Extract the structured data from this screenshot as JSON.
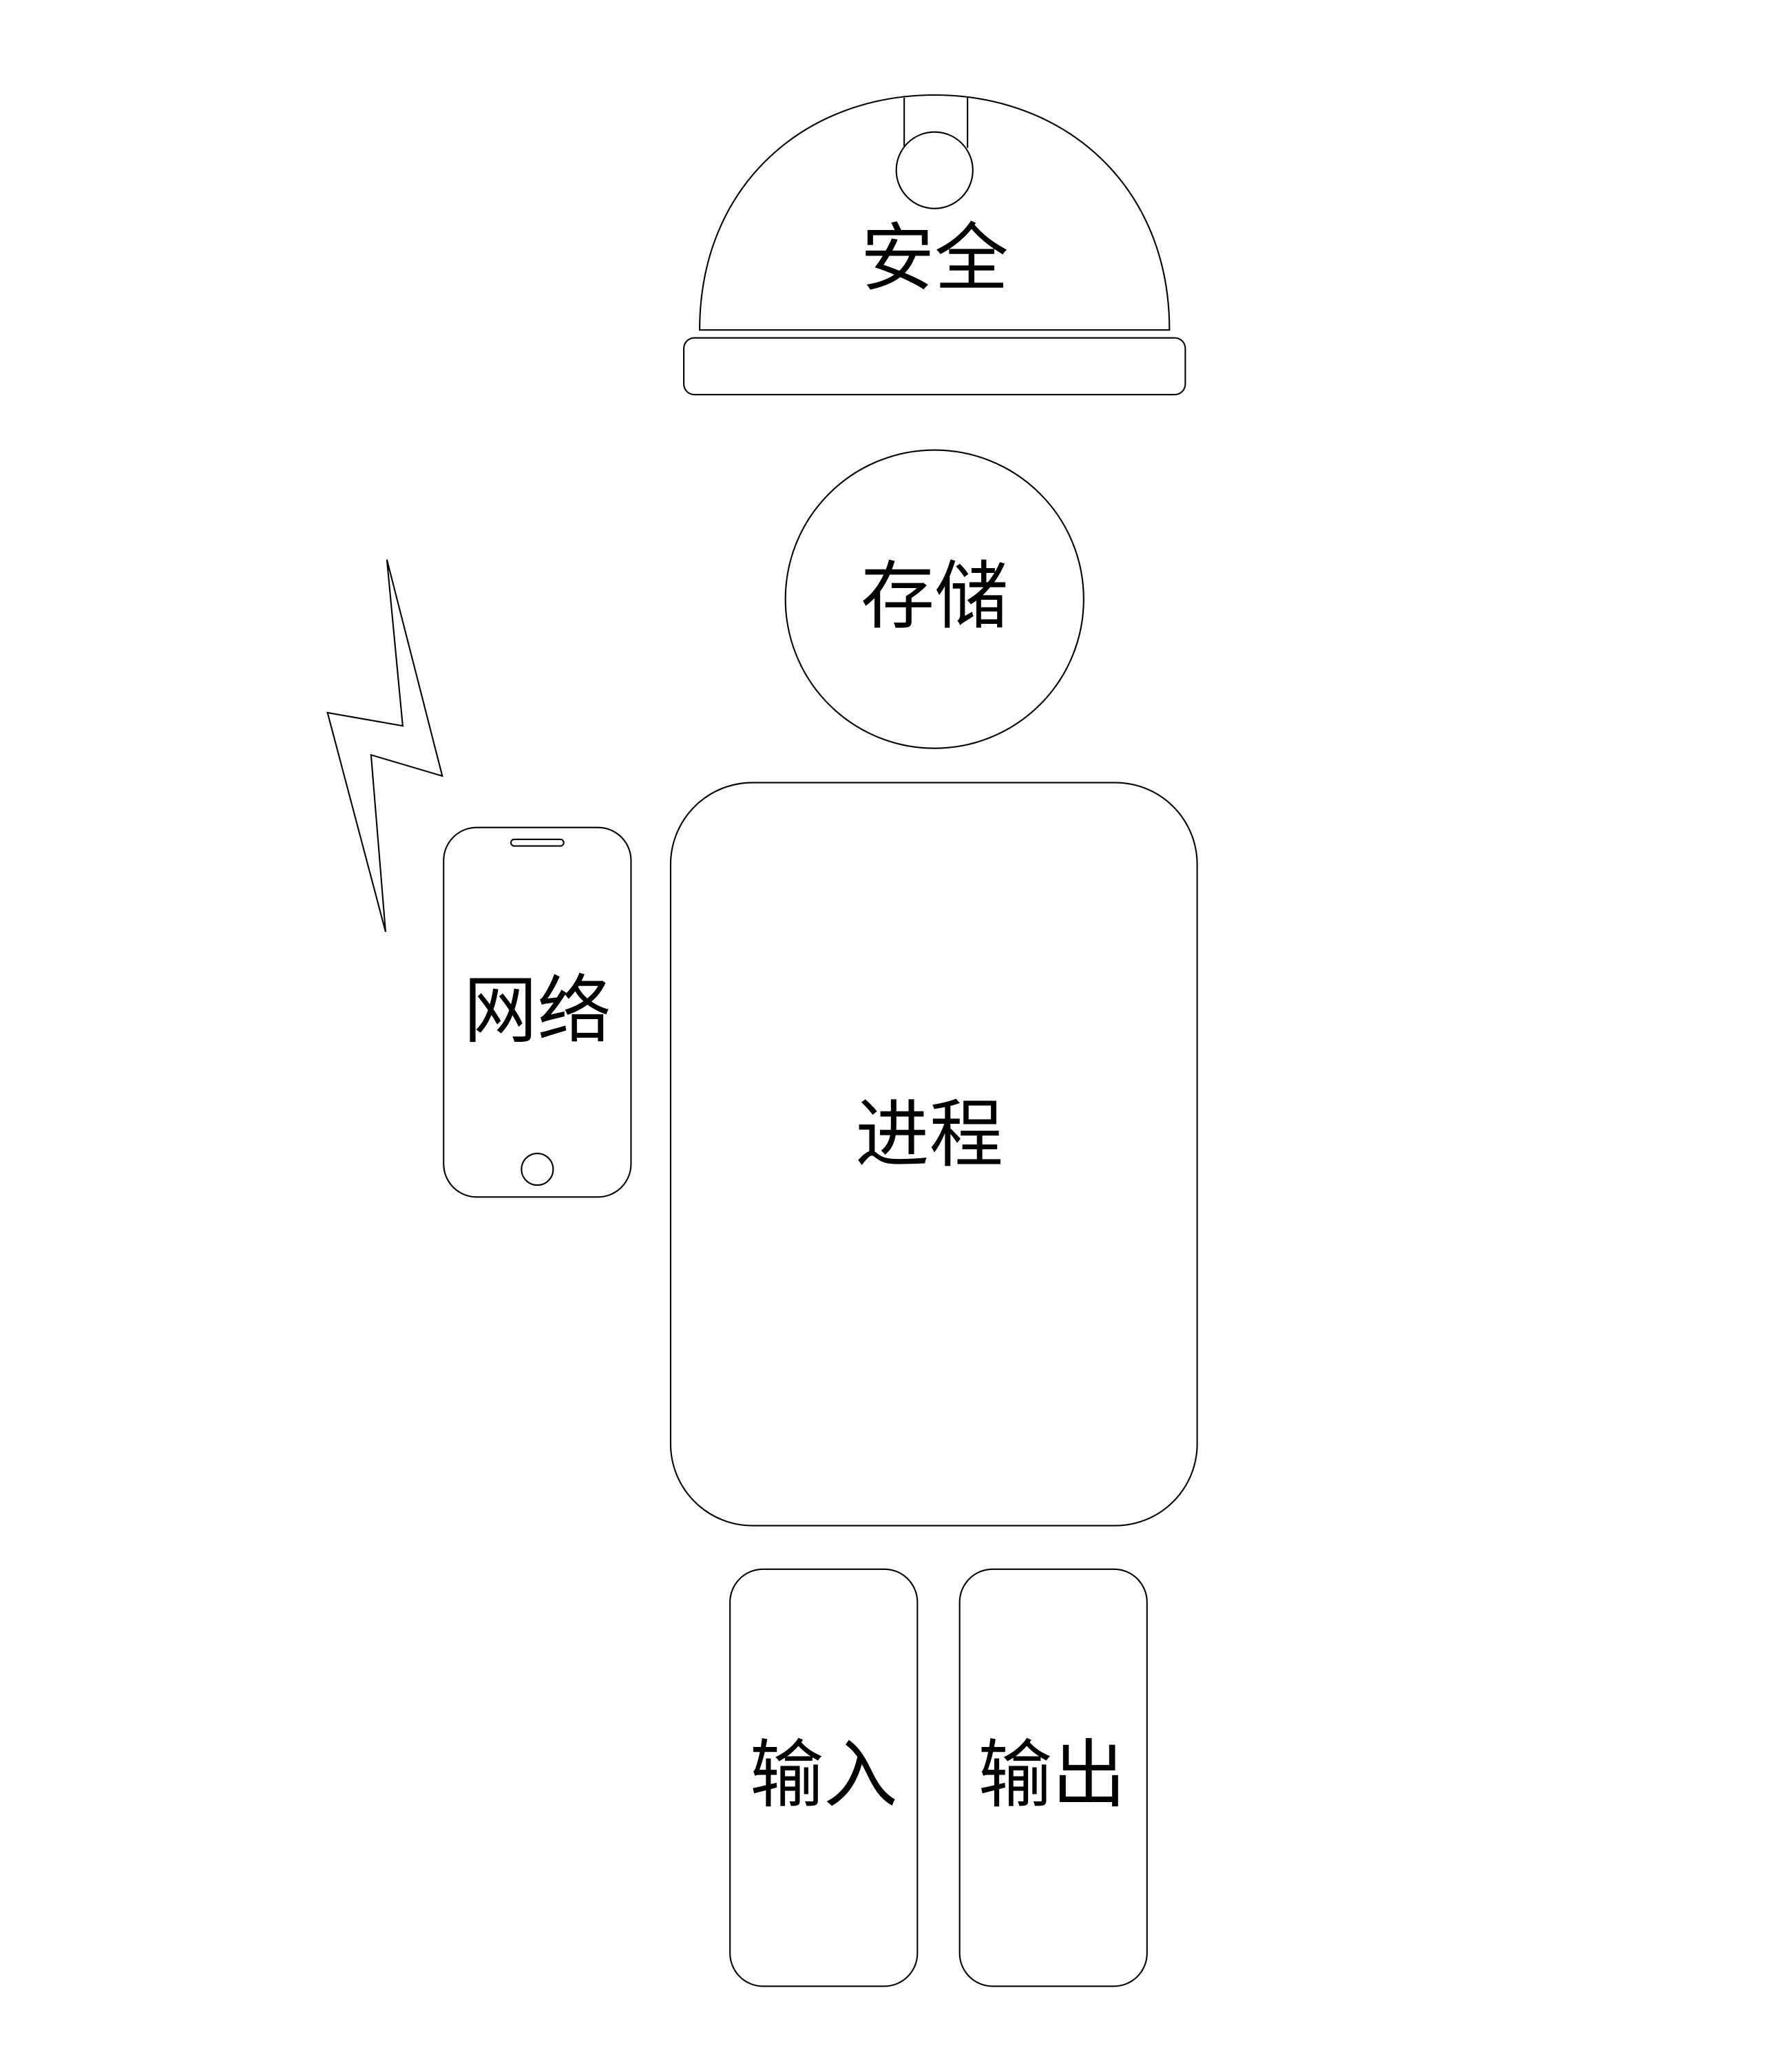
{
  "labels": {
    "security": "安全",
    "storage": "存储",
    "network": "网络",
    "process": "进程",
    "input": "输入",
    "output": "输出"
  },
  "colors": {
    "stroke": "#000000",
    "background": "#ffffff"
  }
}
